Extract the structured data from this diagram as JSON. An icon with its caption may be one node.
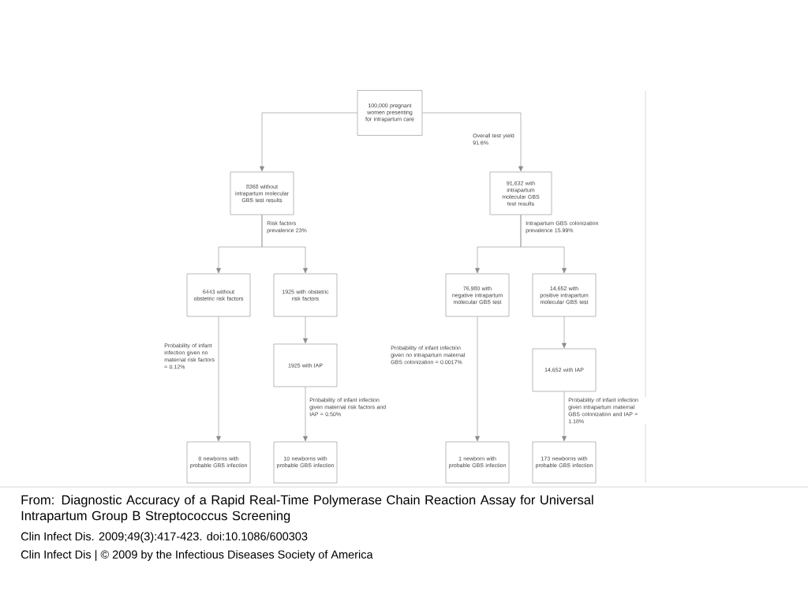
{
  "diagram": {
    "caption": "From: Diagnostic Accuracy of a Rapid Real-Time Polymerase Chain Reaction Assay for Universal Intrapartum Group B Streptococcus Screening",
    "nodes": [
      {
        "text": [
          "100,000 pregnant women presenting for intrapartum care"
        ]
      },
      {
        "text": [
          "8368 without intrapartum molecular GBS test results"
        ]
      },
      {
        "text": [
          "91,632 with intrapartum molecular GBS test results"
        ]
      },
      {
        "text": [
          "6443 without obstetric risk factors"
        ]
      },
      {
        "text": [
          "1925 with obstetric risk factors"
        ]
      },
      {
        "text": [
          "76,980 with negative intrapartum molecular GBS test"
        ]
      },
      {
        "text": [
          "14,652 with positive intrapartum molecular GBS test"
        ]
      },
      {
        "text": [
          "1925 with IAP"
        ]
      },
      {
        "text": [
          "14,652 with IAP"
        ]
      },
      {
        "text": [
          "8 newborns with probable GBS infection"
        ]
      },
      {
        "text": [
          "10 newborns with probable GBS infection"
        ]
      },
      {
        "text": [
          "1 newborn with probable GBS infection"
        ]
      },
      {
        "text": [
          "173 newborns with probable GBS infection"
        ]
      }
    ],
    "edges": [
      {
        "from": 0,
        "to": 1,
        "arrow": "to"
      },
      {
        "from": 0,
        "to": 2,
        "arrow": "to",
        "label": "Overall test yield 91.6%"
      },
      {
        "from": 1,
        "to": 3,
        "arrow": "to"
      },
      {
        "from": 1,
        "to": 4,
        "arrow": "to",
        "label": "Risk factors prevalence 23%"
      },
      {
        "from": 2,
        "to": 5,
        "arrow": "to"
      },
      {
        "from": 2,
        "to": 6,
        "arrow": "to",
        "label": "Intrapartum GBS colonization prevalence 15.99%"
      },
      {
        "from": 4,
        "to": 7,
        "arrow": "to"
      },
      {
        "from": 6,
        "to": 8,
        "arrow": "to"
      },
      {
        "from": 3,
        "to": 9,
        "arrow": "to",
        "label": "Probability of infant infection given no maternal risk factors = 0.12%"
      },
      {
        "from": 7,
        "to": 10,
        "arrow": "to",
        "label": "Probability of infant infection given maternal risk factors and IAP = 0.50%"
      },
      {
        "from": 5,
        "to": 11,
        "arrow": "to",
        "label": "Probability of infant infection given no intrapartum maternal GBS colonization = 0.0017%"
      },
      {
        "from": 8,
        "to": 12,
        "arrow": "to",
        "label": "Probability of infant infection given intrapartum maternal GBS colonization and IAP = 1.18%"
      }
    ],
    "labels": [
      "Clin Infect Dis. 2009;49(3):417-423. doi:10.1086/600303",
      "Clin Infect Dis | © 2009 by the Infectious Diseases Society of America"
    ]
  }
}
